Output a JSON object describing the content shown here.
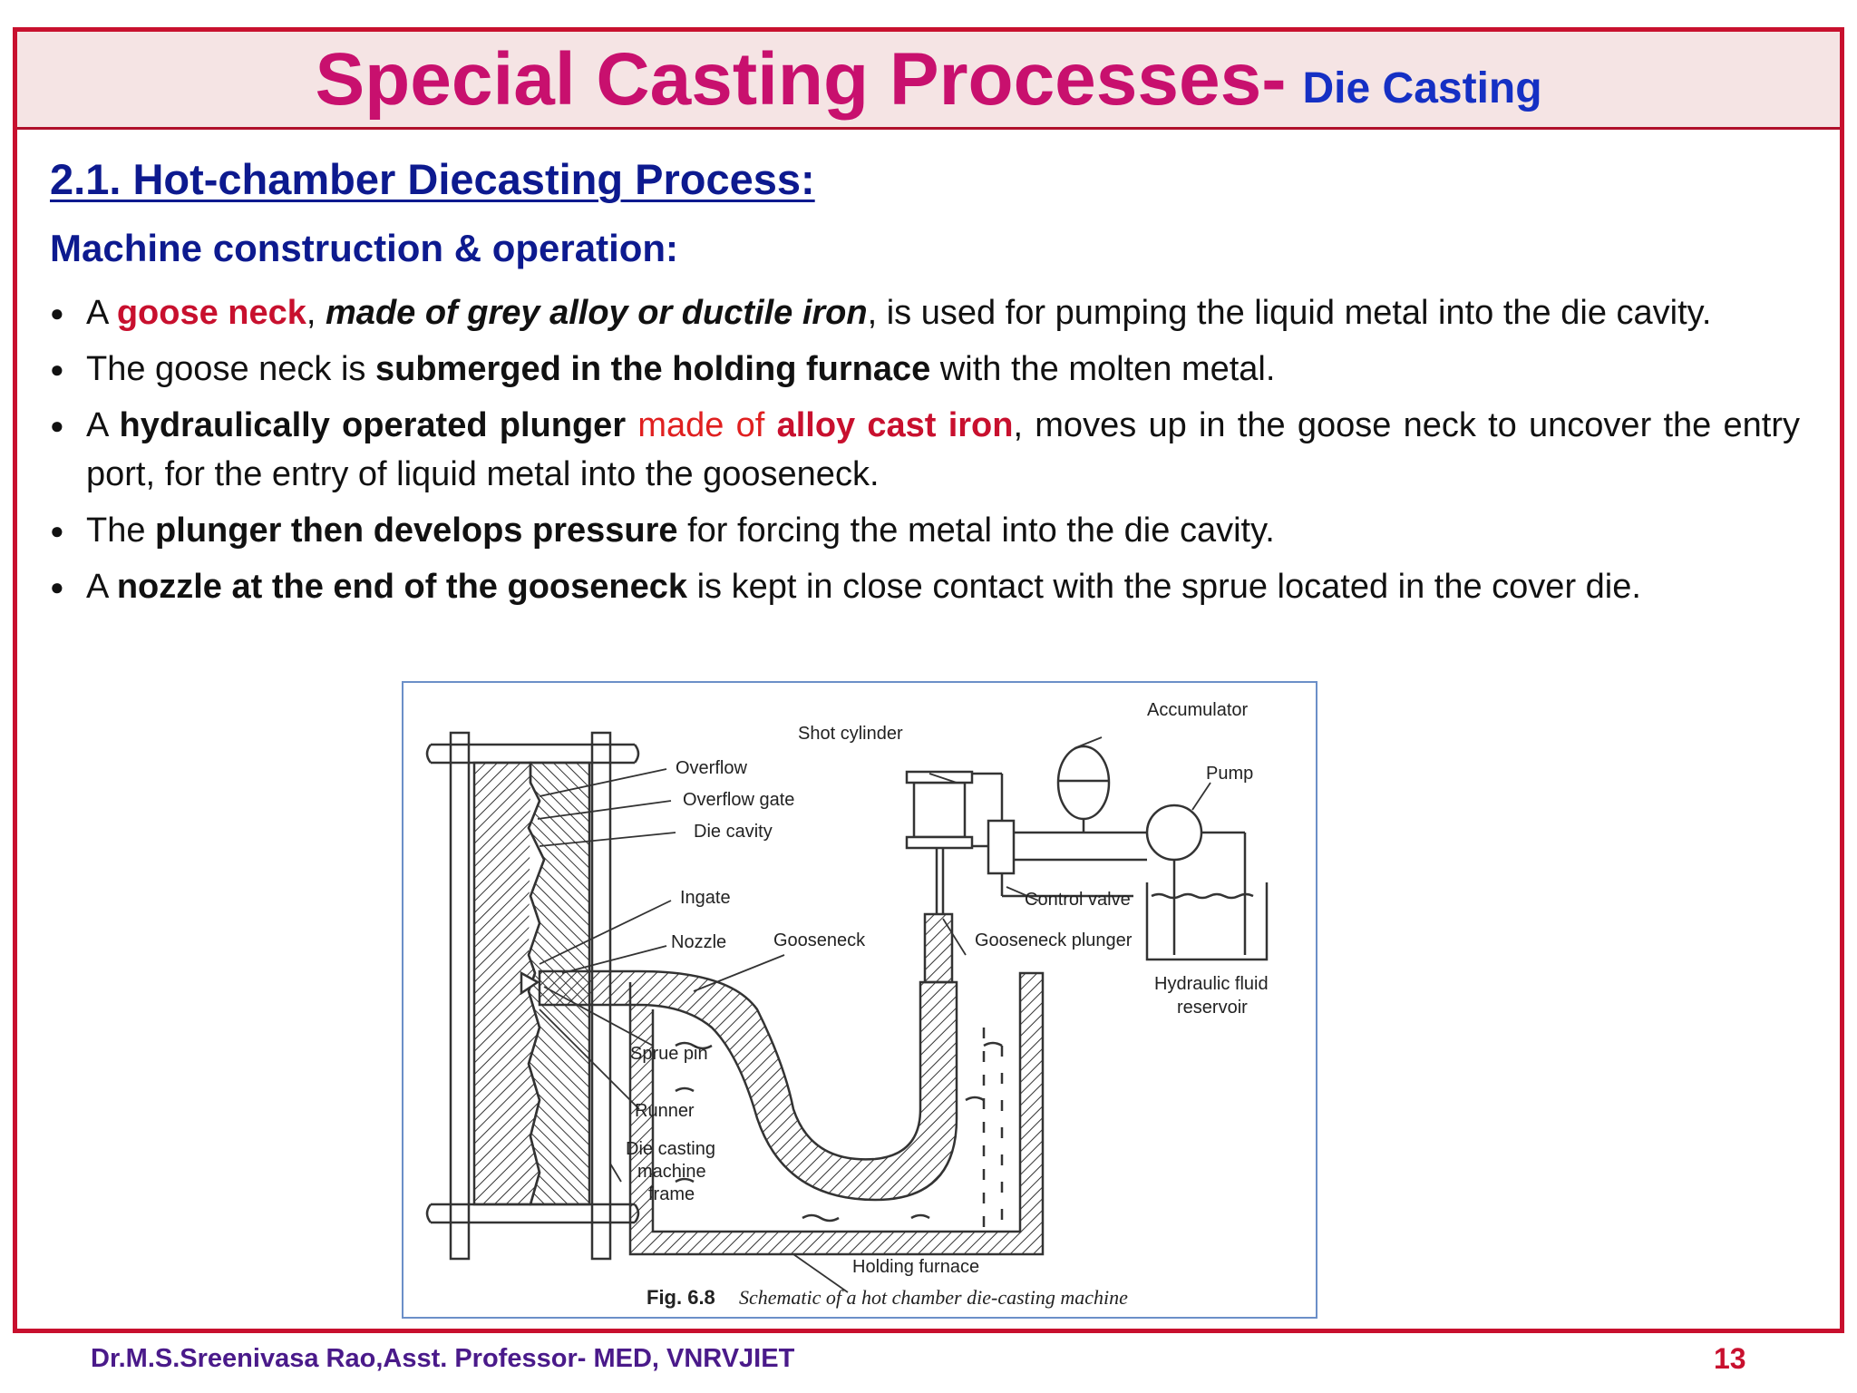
{
  "header": {
    "title": "Special Casting Processes-",
    "subtitle": "Die Casting"
  },
  "section": {
    "heading": "2.1.  Hot-chamber Diecasting Process:",
    "subheading": "Machine construction & operation:"
  },
  "bullets": {
    "b1": {
      "t1": "A ",
      "t2": "goose neck",
      "t3": ", ",
      "t4": "made of grey alloy or ductile iron",
      "t5": ", is used for pumping the liquid metal into the die cavity."
    },
    "b2": {
      "t1": "The goose neck is ",
      "t2": "submerged in the holding furnace",
      "t3": " with the molten metal."
    },
    "b3": {
      "t1": "A ",
      "t2": "hydraulically operated plunger",
      "t3": " made of ",
      "t4": "alloy cast iron",
      "t5": ", moves up in the goose neck to uncover the entry port, for the entry of liquid metal into the gooseneck."
    },
    "b4": {
      "t1": "The ",
      "t2": "plunger then develops pressure",
      "t3": " for forcing the metal into the die cavity."
    },
    "b5": {
      "t1": "A ",
      "t2": "nozzle at the end of the gooseneck",
      "t3": " is kept in close contact with the sprue located in the cover die."
    }
  },
  "figure": {
    "labels": {
      "accumulator": "Accumulator",
      "shot_cylinder": "Shot cylinder",
      "pump": "Pump",
      "overflow": "Overflow",
      "overflow_gate": "Overflow gate",
      "die_cavity": "Die cavity",
      "ingate": "Ingate",
      "control_valve": "Control valve",
      "nozzle": "Nozzle",
      "gooseneck": "Gooseneck",
      "gooseneck_plunger": "Gooseneck plunger",
      "hydraulic_fluid_1": "Hydraulic fluid",
      "hydraulic_fluid_2": "reservoir",
      "sprue_pin": "Sprue pin",
      "runner": "Runner",
      "frame_1": "Die casting",
      "frame_2": "machine",
      "frame_3": "frame",
      "holding_furnace": "Holding furnace"
    },
    "caption_number": "Fig. 6.8",
    "caption_text": "Schematic of a hot chamber die-casting machine"
  },
  "footer": {
    "author": "Dr.M.S.Sreenivasa Rao,Asst. Professor- MED, VNRVJIET",
    "page": "13"
  }
}
